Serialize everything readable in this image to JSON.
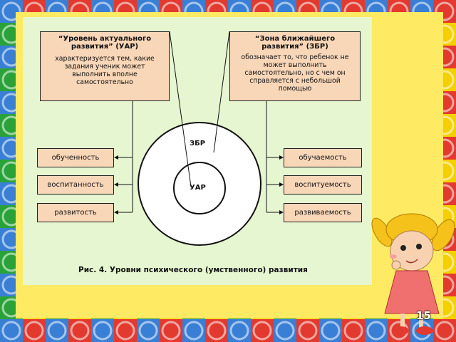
{
  "diagram": {
    "uar_box": {
      "title": "“Уровень актуального развития” (УАР)",
      "desc": "характеризуется тем, какие задания ученик может выполнить вполне самостоятельно"
    },
    "zbr_box": {
      "title": "“Зона ближайшего развития” (ЗБР)",
      "desc": "обозначает то, что ребенок не может выполнить самостоятельно, но с чем он справляется с небольшой помощью"
    },
    "left_items": [
      "обученность",
      "воспитанность",
      "развитость"
    ],
    "right_items": [
      "обучаемость",
      "воспитуемость",
      "развиваемость"
    ],
    "outer_circle_label": "ЗБР",
    "inner_circle_label": "УАР",
    "caption": "Рис. 4. Уровни психического (умственного) развития"
  },
  "page_number": "15",
  "colors": {
    "panel": "#e6f6d1",
    "box_fill": "#f8d6b8",
    "frame": "#ffea63"
  }
}
